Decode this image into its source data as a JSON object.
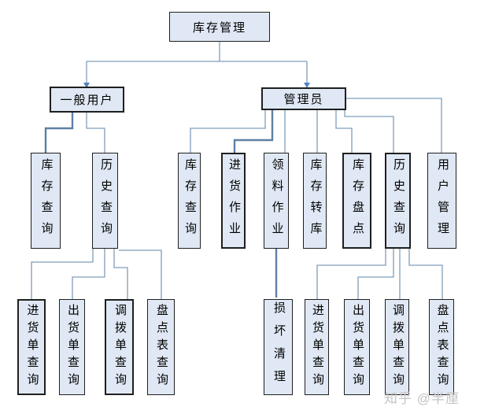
{
  "root_label": "库存管理",
  "level2": [
    "一般用户",
    "管理员"
  ],
  "level3": [
    "库存查询",
    "历史查询",
    "库存查询",
    "进货作业",
    "领料作业",
    "库存转库",
    "库存盘点",
    "历史查询",
    "用户管理"
  ],
  "level4": [
    "进货单查询",
    "出货单查询",
    "调拨单查询",
    "盘点表查询",
    "损坏清理",
    "进货单查询",
    "出货单查询",
    "调拨单查询",
    "盘点表查询"
  ],
  "watermark": "知乎 @半厘",
  "colors": {
    "box_fill": "#dfe8f4",
    "box_border": "#1f1f1f",
    "connector": "#7f9db9",
    "connector_thick": "#5d80a4",
    "arrow": "#4f81bd",
    "watermark_text": "#c4c4c4"
  }
}
